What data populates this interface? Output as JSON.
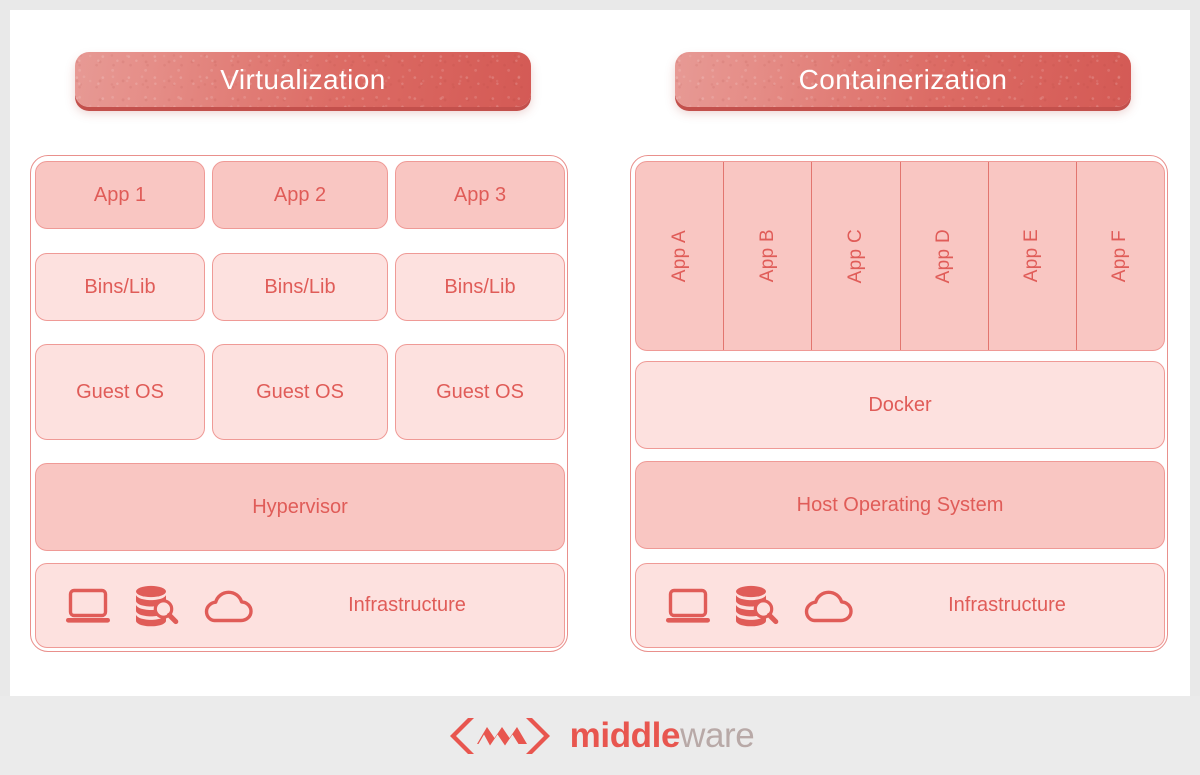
{
  "theme": {
    "accent": "#e05c58",
    "accent_strong": "#e8564f",
    "pill_gradient_from": "#e79a95",
    "pill_gradient_to": "#d45a55",
    "tone_dark": "#f9c6c2",
    "tone_light": "#fde1df",
    "border": "#ef9a96",
    "canvas": "#ffffff",
    "page_background": "#e9e9e9",
    "footer_background": "#ebebeb"
  },
  "headers": {
    "left": "Virtualization",
    "right": "Containerization"
  },
  "virtualization": {
    "apps": [
      "App 1",
      "App 2",
      "App 3"
    ],
    "bins": [
      "Bins/Lib",
      "Bins/Lib",
      "Bins/Lib"
    ],
    "guest_os": [
      "Guest OS",
      "Guest OS",
      "Guest OS"
    ],
    "hypervisor": "Hypervisor",
    "infrastructure": "Infrastructure"
  },
  "containerization": {
    "apps": [
      "App A",
      "App B",
      "App C",
      "App D",
      "App E",
      "App F"
    ],
    "docker": "Docker",
    "host_os": "Host Operating System",
    "infrastructure": "Infrastructure"
  },
  "infra_icons": [
    {
      "name": "laptop-icon"
    },
    {
      "name": "database-search-icon"
    },
    {
      "name": "cloud-icon"
    }
  ],
  "footer": {
    "brand_primary": "middle",
    "brand_secondary": "ware",
    "logo_mark": "chevron-m-logo"
  }
}
